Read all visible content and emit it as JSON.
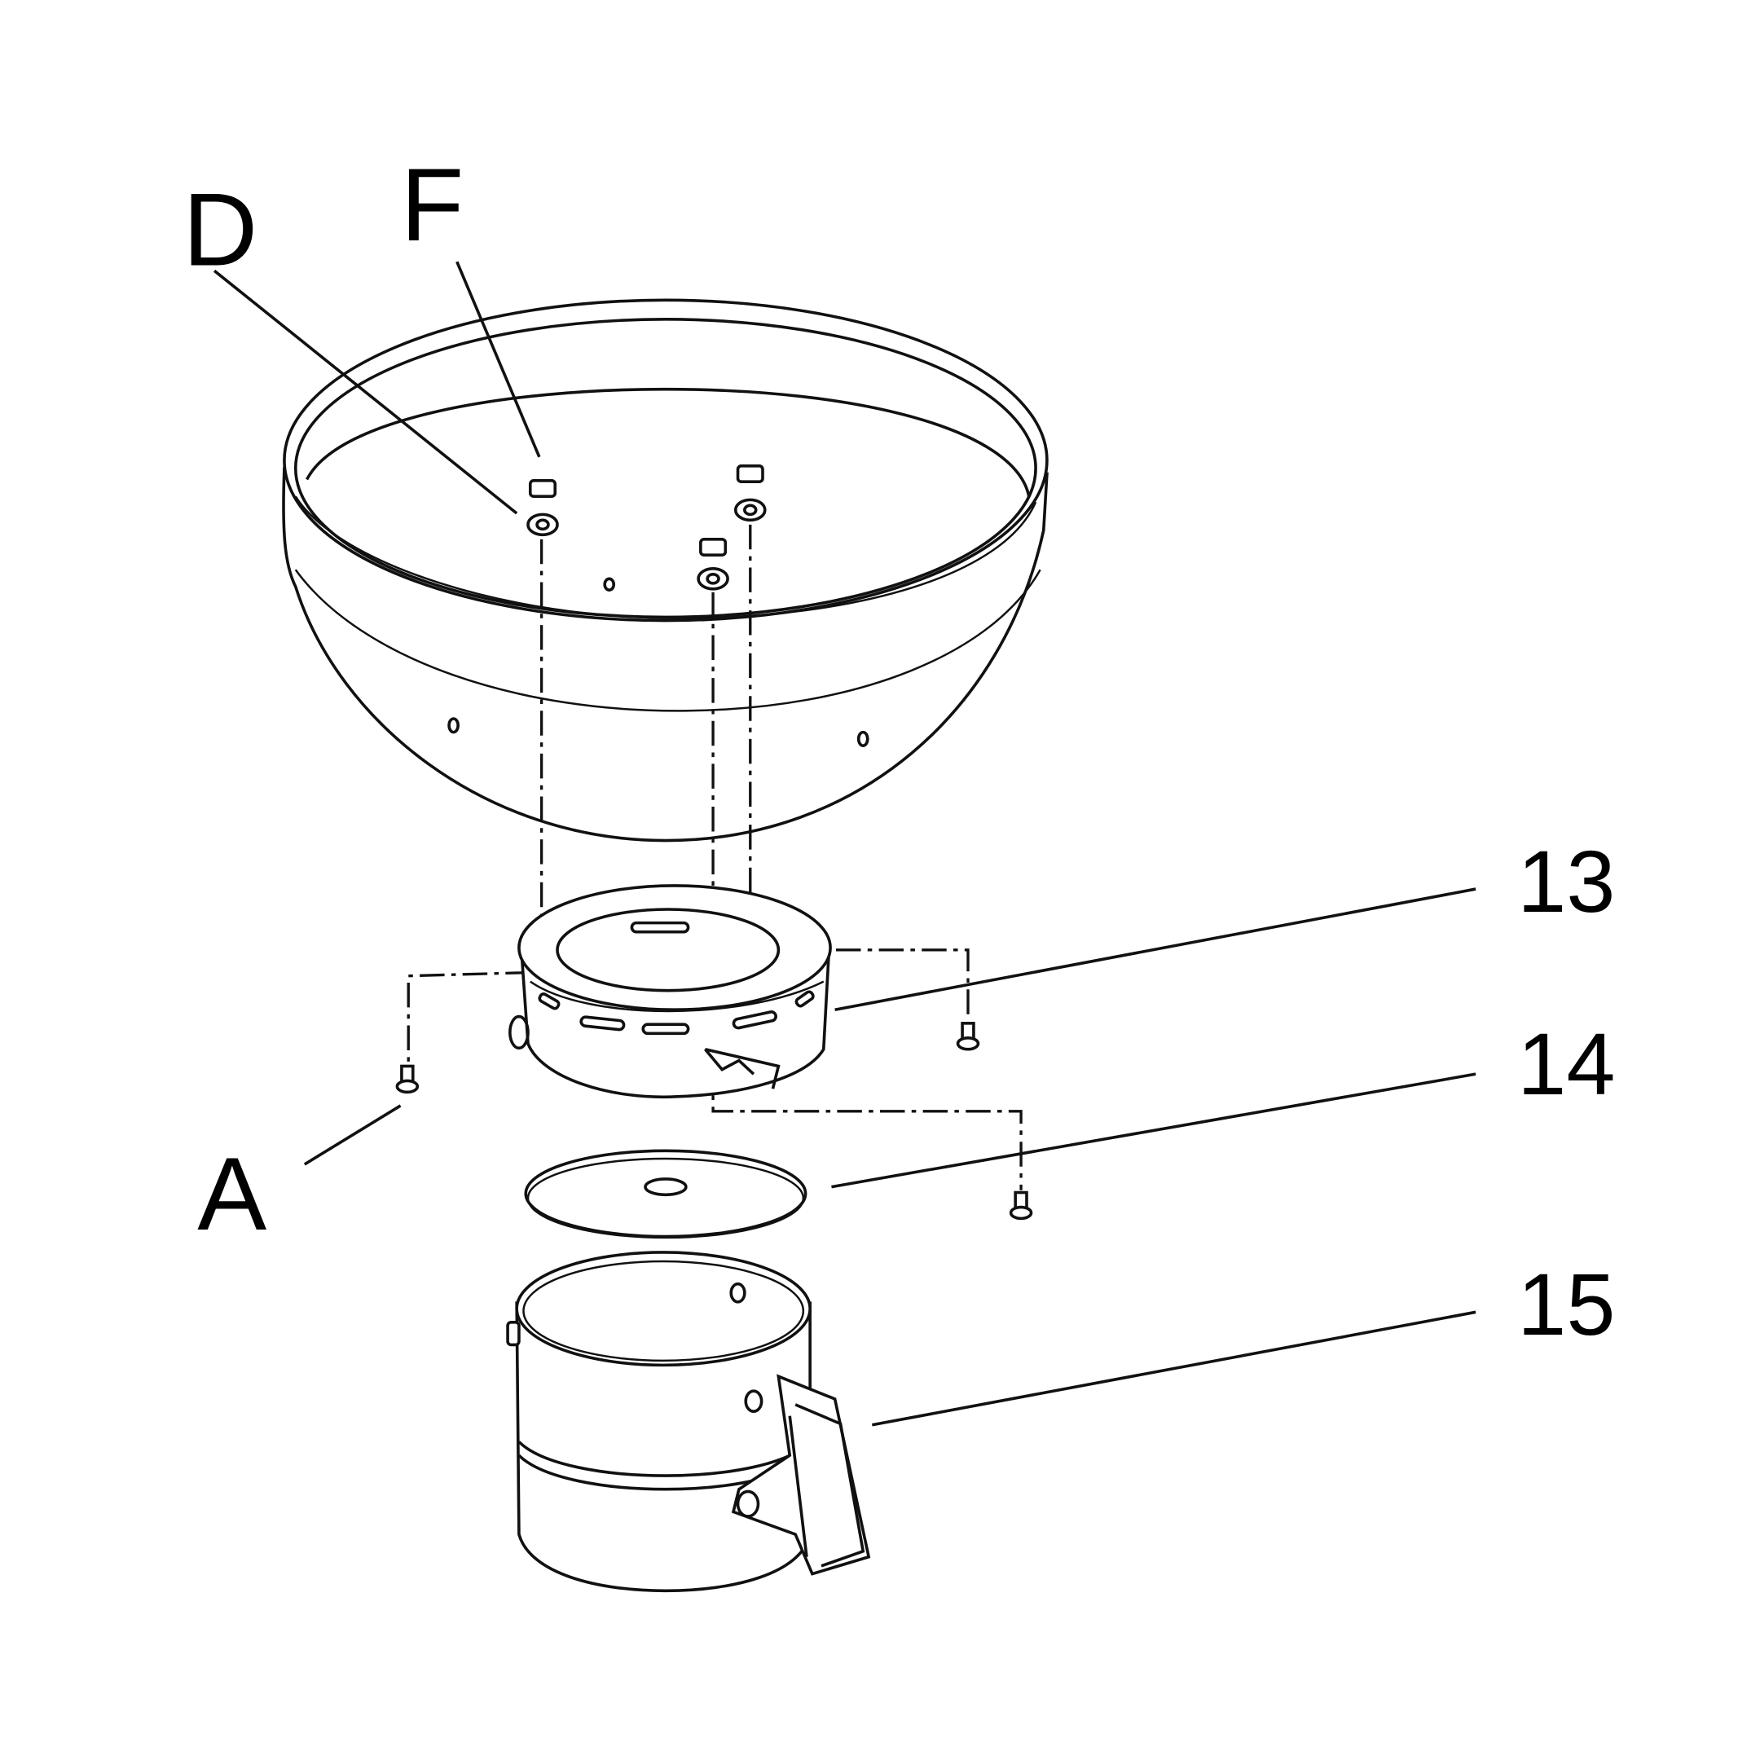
{
  "callouts": {
    "D": "D",
    "F": "F",
    "A": "A",
    "p13": "13",
    "p14": "14",
    "p15": "15"
  }
}
